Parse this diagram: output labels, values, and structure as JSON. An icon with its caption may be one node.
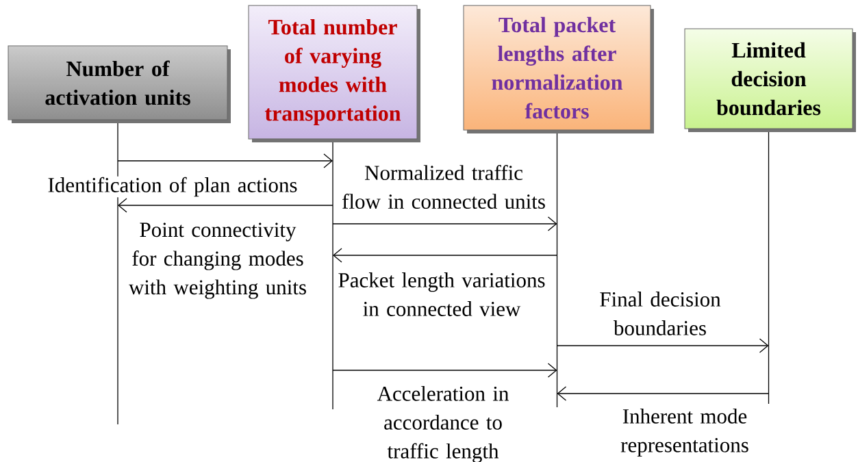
{
  "diagram": {
    "nodes": [
      {
        "text": [
          "Number of activation units"
        ]
      },
      {
        "text": [
          "Total number of varying modes with transportation"
        ]
      },
      {
        "text": [
          "Total packet lengths after normalization factors"
        ]
      },
      {
        "text": [
          "Limited decision boundaries"
        ]
      }
    ],
    "edges": [
      {
        "from": 0,
        "to": 1,
        "arrow": "to",
        "label": "Identification of plan actions"
      },
      {
        "from": 1,
        "to": 0,
        "arrow": "to",
        "label": "Point connectivity for changing modes with weighting units"
      },
      {
        "from": 1,
        "to": 2,
        "arrow": "to",
        "label": "Normalized traffic flow in connected units"
      },
      {
        "from": 2,
        "to": 1,
        "arrow": "to",
        "label": "Packet length variations in connected view"
      },
      {
        "from": 2,
        "to": 3,
        "arrow": "to",
        "label": "Final decision boundaries"
      },
      {
        "from": 1,
        "to": 2,
        "arrow": "to",
        "label": "Acceleration in accordance to traffic length"
      },
      {
        "from": 3,
        "to": 2,
        "arrow": "to",
        "label": "Inherent mode representations"
      }
    ]
  }
}
